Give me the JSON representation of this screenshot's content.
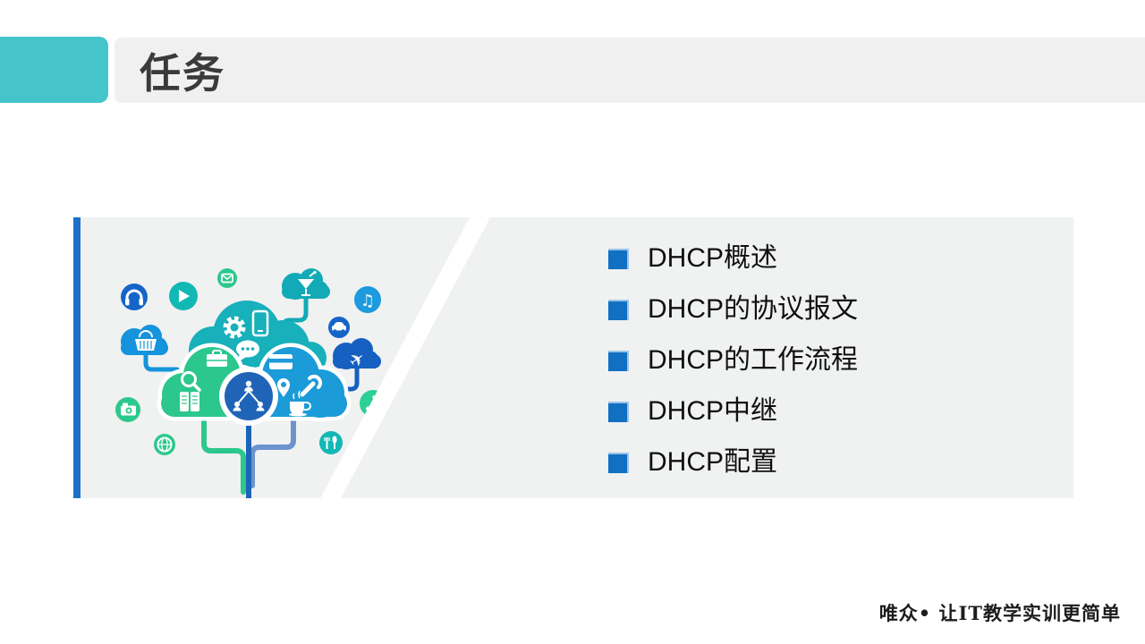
{
  "header": {
    "title": "任务"
  },
  "agenda": {
    "items": [
      {
        "label": "DHCP概述"
      },
      {
        "label": "DHCP的协议报文"
      },
      {
        "label": "DHCP的工作流程"
      },
      {
        "label": "DHCP中继"
      },
      {
        "label": "DHCP配置"
      }
    ]
  },
  "footer": {
    "brand_text": "唯众• 让IT教学实训更简单"
  },
  "colors": {
    "accent_teal": "#45c5cb",
    "title_bar_bg": "#f0f0f0",
    "title_text": "#3a3a3a",
    "panel_bg": "#f0f1f1",
    "panel_accent_blue": "#1c70c8",
    "bullet_blue": "#1170c2",
    "cloud_teal": "#17b0bb",
    "cloud_green": "#2cc78d",
    "cloud_blue": "#1b9bd8",
    "cloud_dark_blue": "#1560c0",
    "hub_blue": "#2064b8",
    "icon_green": "#2cc88e",
    "icon_teal": "#12b8b4",
    "icon_blue": "#1e9ade",
    "icon_dark_blue": "#1565c8"
  },
  "illustration": {
    "description": "cloud-computing tree illustration",
    "icons": [
      "gear",
      "smartphone",
      "chat-bubble",
      "briefcase",
      "magnifier",
      "server",
      "credit-card",
      "location-pin",
      "wrench",
      "coffee-cup",
      "network-hub",
      "headphones",
      "play",
      "mail",
      "martini",
      "music-note",
      "car",
      "shopping-basket",
      "airplane",
      "camera",
      "globe",
      "wifi",
      "utensils"
    ]
  }
}
